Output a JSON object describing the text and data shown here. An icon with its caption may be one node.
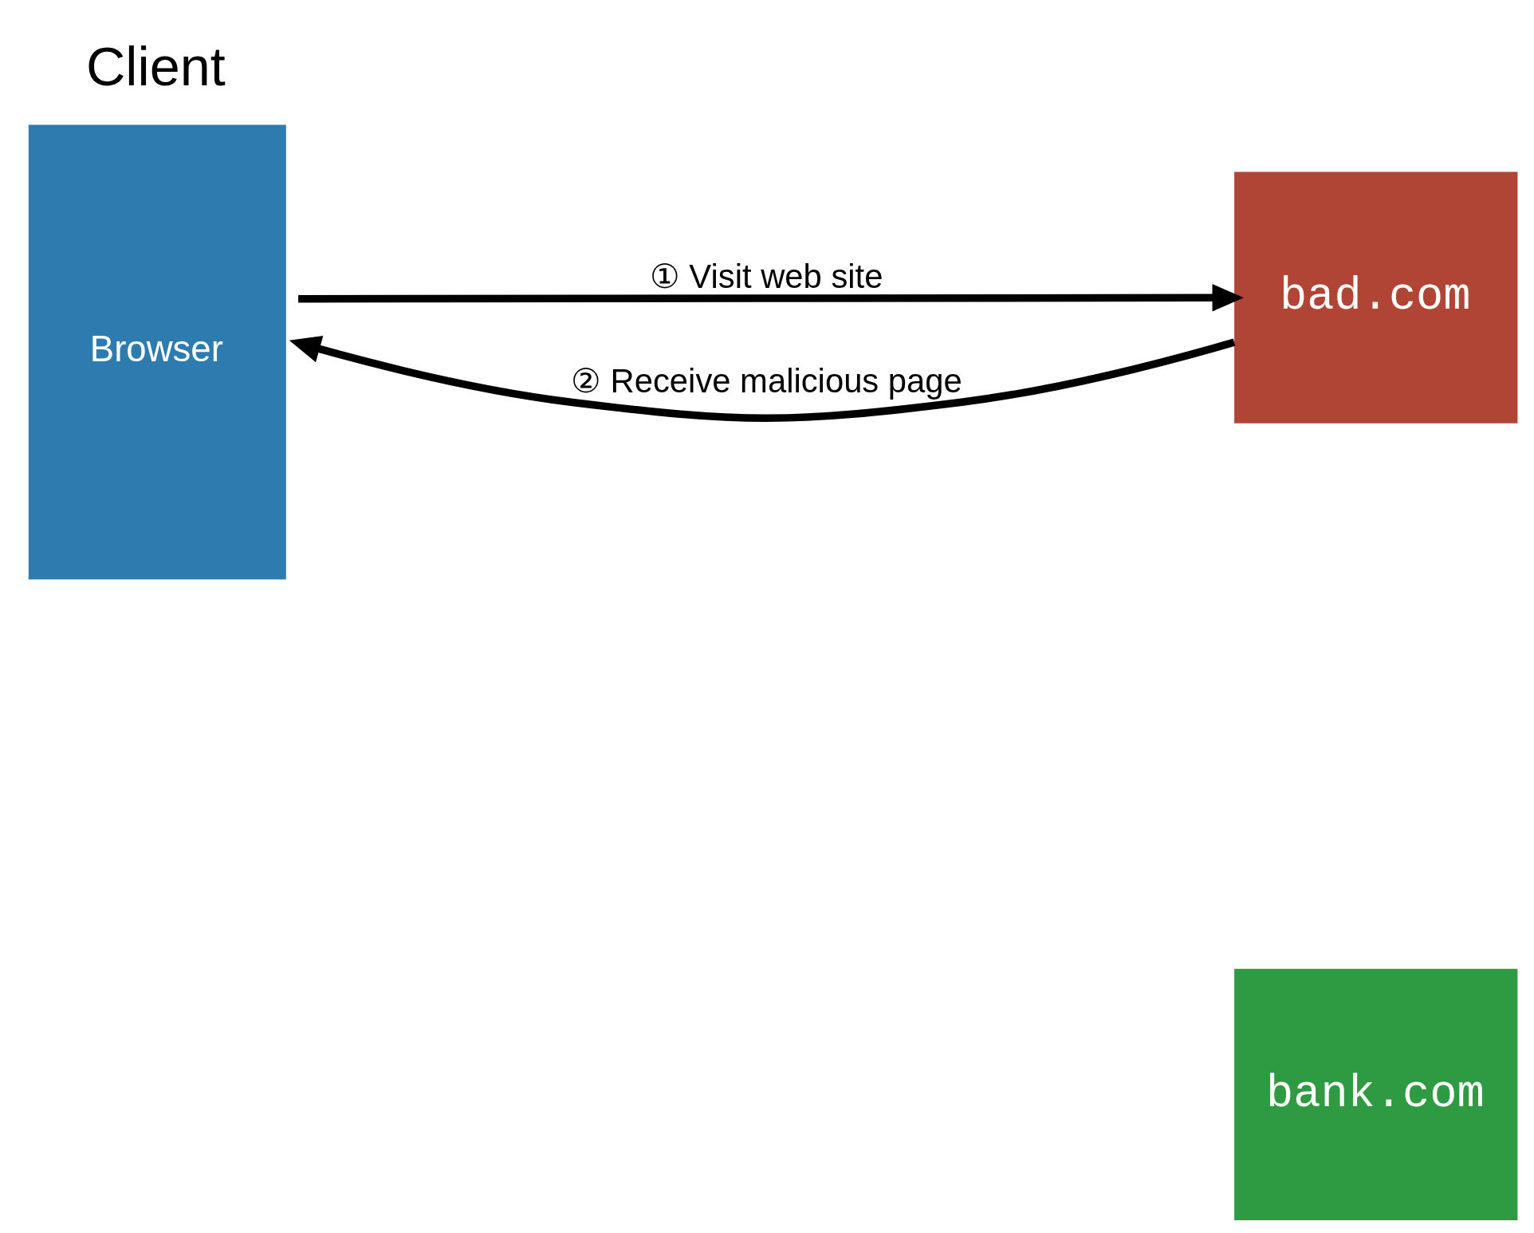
{
  "diagram": {
    "nodes": [
      {
        "text": [
          "Client",
          "Browser"
        ]
      },
      {
        "text": [
          "bad.com"
        ]
      },
      {
        "text": [
          "bank.com"
        ]
      }
    ],
    "edges": [
      {
        "from": 0,
        "to": 1,
        "arrow": "to",
        "label": "① Visit web site"
      },
      {
        "from": 1,
        "to": 0,
        "arrow": "to",
        "label": "② Receive malicious page"
      }
    ]
  }
}
